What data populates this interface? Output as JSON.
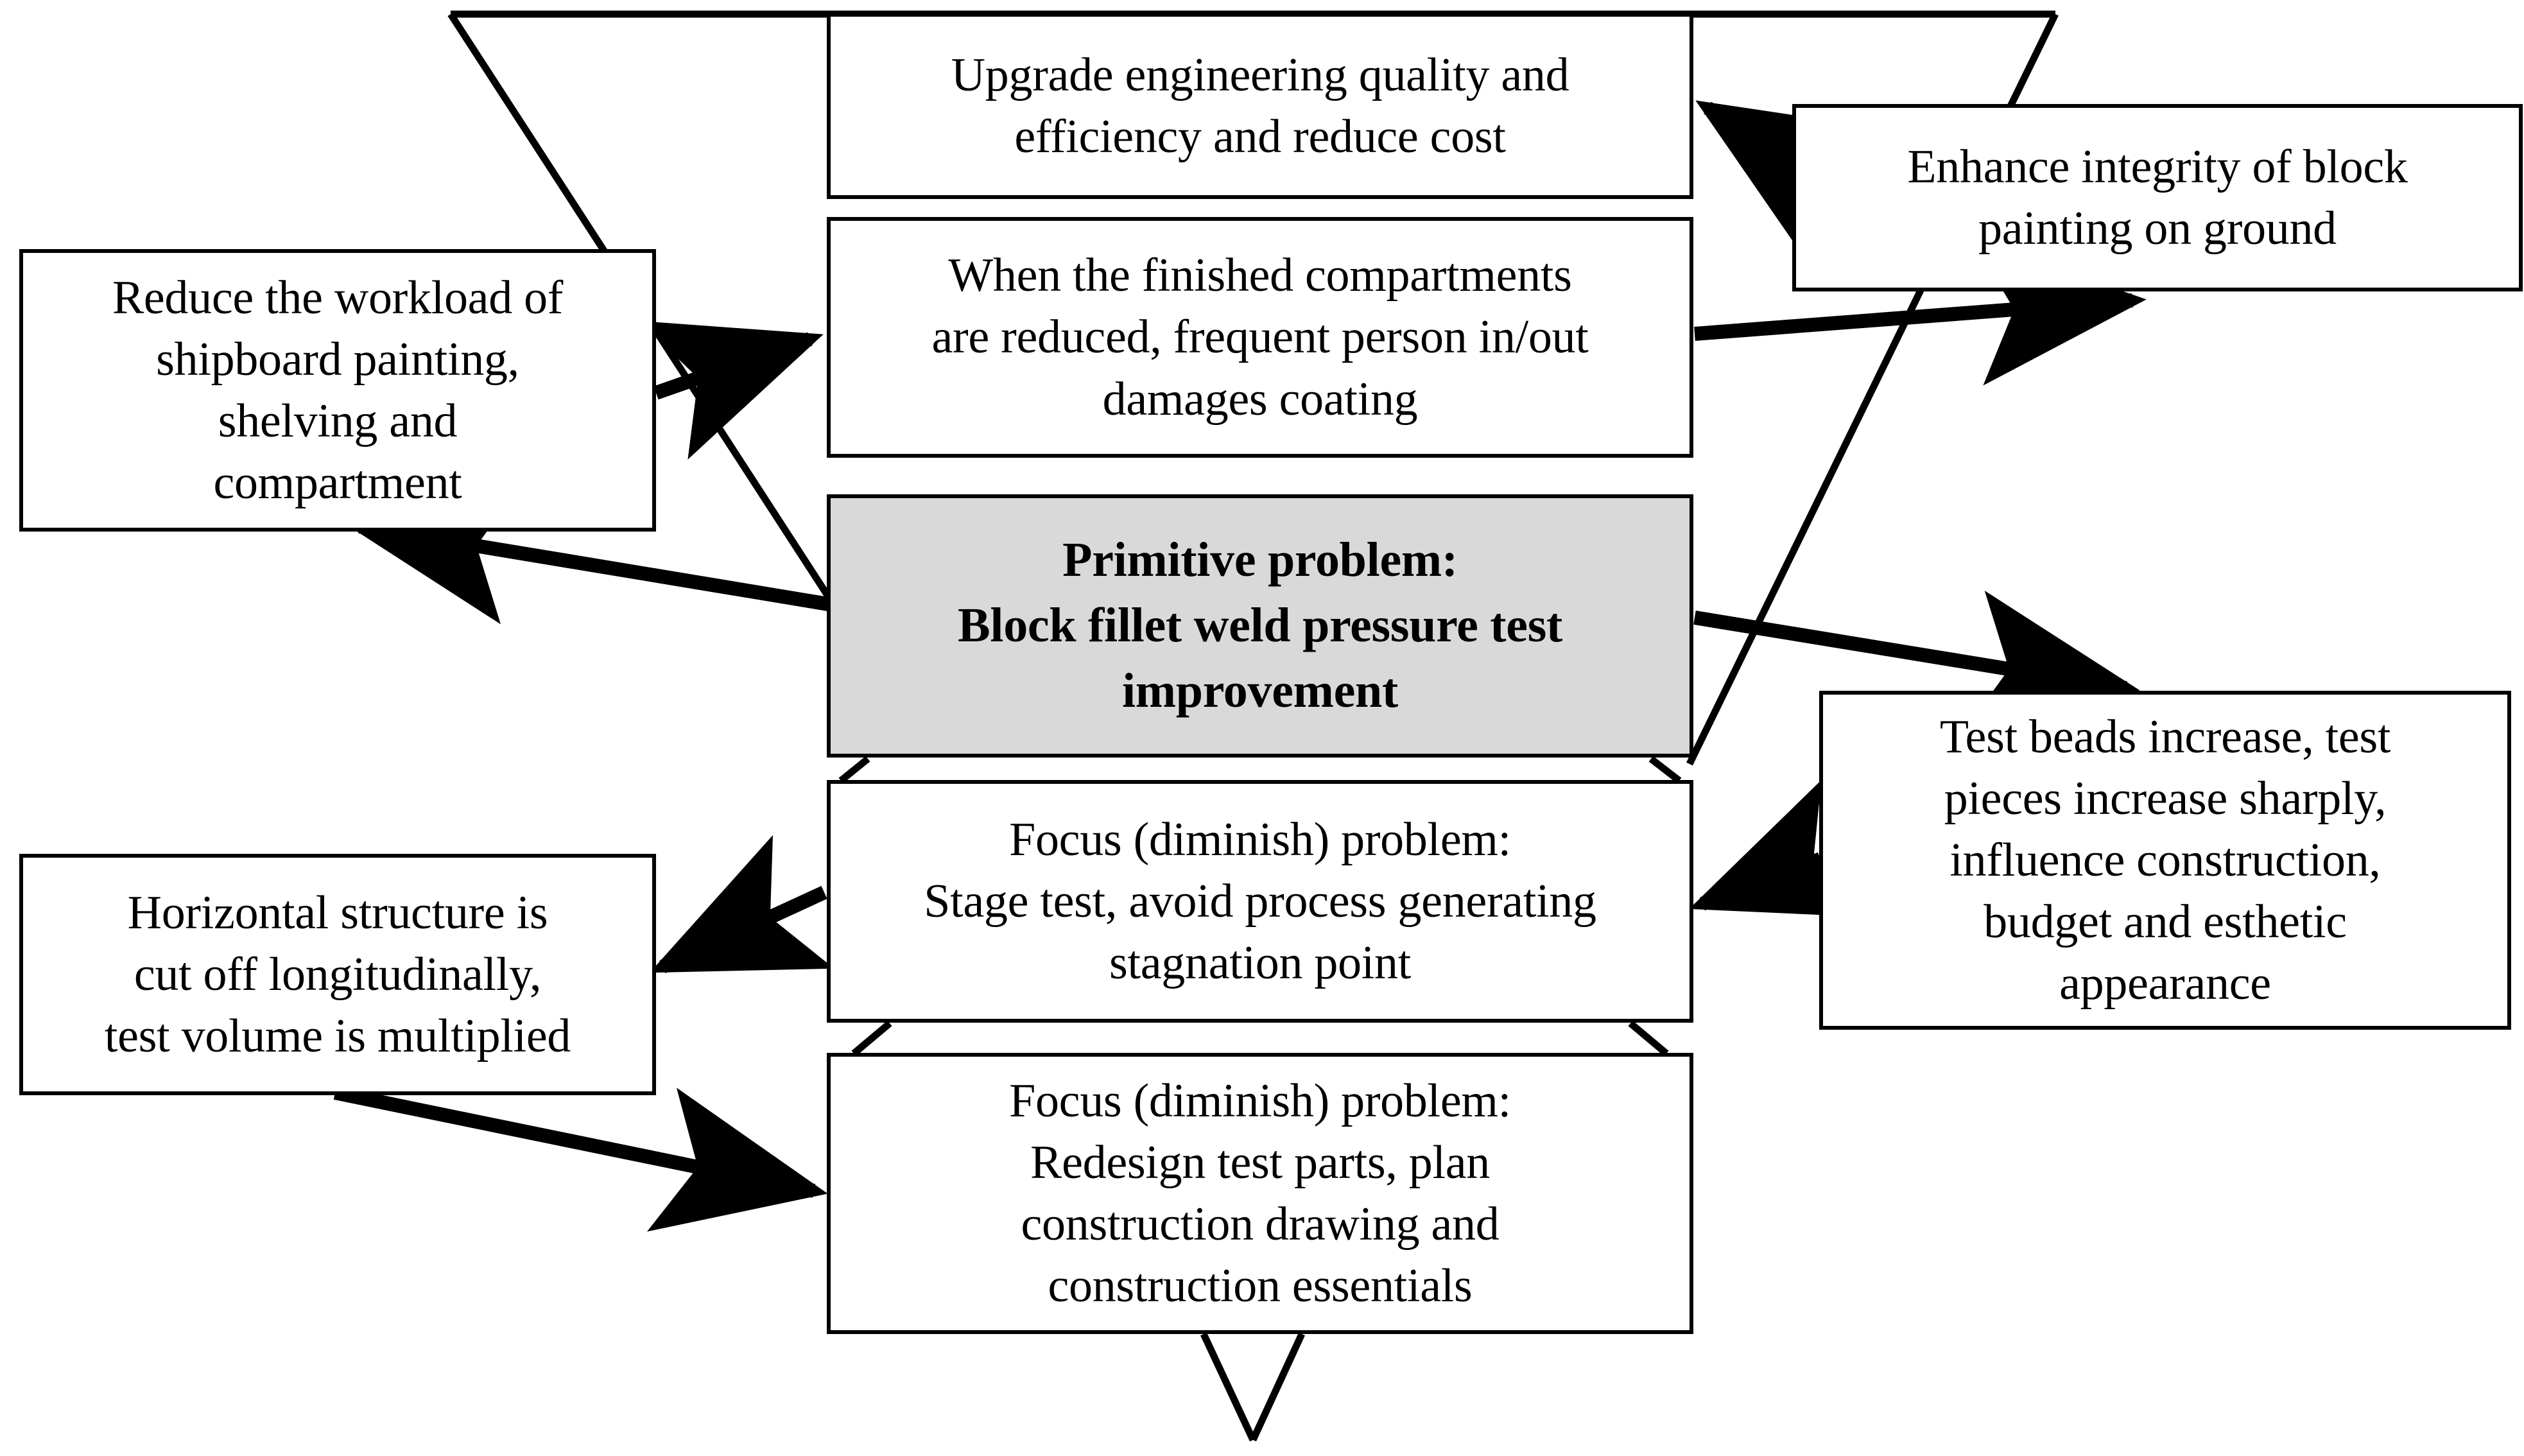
{
  "diagram": {
    "type": "funnel-problem-decomposition",
    "title_box": "Primitive problem:\nBlock fillet weld pressure test improvement",
    "colors": {
      "stroke": "#000000",
      "node_fill": "#ffffff",
      "highlight_fill": "#d9d9d9",
      "text": "#000000"
    },
    "nodes": [
      {
        "id": "upgrade",
        "text": "Upgrade engineering quality and\nefficiency and reduce cost",
        "fill": "#ffffff",
        "emphasis": false
      },
      {
        "id": "when-finished",
        "text": "When the finished compartments\nare reduced, frequent person in/out\ndamages coating",
        "fill": "#ffffff",
        "emphasis": false
      },
      {
        "id": "primitive-problem",
        "text": "Primitive problem:\nBlock fillet weld pressure test\nimprovement",
        "fill": "#d9d9d9",
        "emphasis": true
      },
      {
        "id": "focus-stage-test",
        "text": "Focus (diminish) problem:\nStage test, avoid process generating\nstagnation point",
        "fill": "#ffffff",
        "emphasis": false
      },
      {
        "id": "focus-redesign",
        "text": "Focus (diminish) problem:\nRedesign test parts, plan\nconstruction drawing and\nconstruction essentials",
        "fill": "#ffffff",
        "emphasis": false
      },
      {
        "id": "reduce-workload",
        "text": "Reduce the workload of\nshipboard painting,\nshelving and\ncompartment",
        "fill": "#ffffff",
        "emphasis": false
      },
      {
        "id": "horizontal-structure",
        "text": "Horizontal structure is\ncut off longitudinally,\ntest volume is multiplied",
        "fill": "#ffffff",
        "emphasis": false
      },
      {
        "id": "enhance-integrity",
        "text": "Enhance integrity of block\npainting on ground",
        "fill": "#ffffff",
        "emphasis": false
      },
      {
        "id": "test-beads",
        "text": "Test beads increase, test\npieces increase sharply,\ninfluence construction,\nbudget and esthetic\nappearance",
        "fill": "#ffffff",
        "emphasis": false
      }
    ],
    "connectors": [
      {
        "from": "reduce-workload",
        "to": "when-finished",
        "kind": "arrow"
      },
      {
        "from": "when-finished",
        "to": "enhance-integrity",
        "kind": "arrow"
      },
      {
        "from": "enhance-integrity",
        "to": "upgrade",
        "kind": "arrow"
      },
      {
        "from": "primitive-problem",
        "to": "reduce-workload",
        "kind": "arrow"
      },
      {
        "from": "primitive-problem",
        "to": "test-beads",
        "kind": "arrow"
      },
      {
        "from": "test-beads",
        "to": "focus-stage-test",
        "kind": "arrow"
      },
      {
        "from": "focus-stage-test",
        "to": "horizontal-structure",
        "kind": "arrow"
      },
      {
        "from": "horizontal-structure",
        "to": "focus-redesign",
        "kind": "arrow"
      },
      {
        "from": "funnel-top-left",
        "to": "primitive-problem",
        "kind": "line"
      },
      {
        "from": "funnel-top-right",
        "to": "primitive-problem",
        "kind": "line"
      },
      {
        "from": "primitive-problem",
        "to": "focus-stage-test",
        "kind": "funnel-taper"
      },
      {
        "from": "focus-stage-test",
        "to": "focus-redesign",
        "kind": "funnel-taper"
      },
      {
        "from": "focus-redesign",
        "to": "funnel-tip",
        "kind": "funnel-taper"
      }
    ]
  }
}
